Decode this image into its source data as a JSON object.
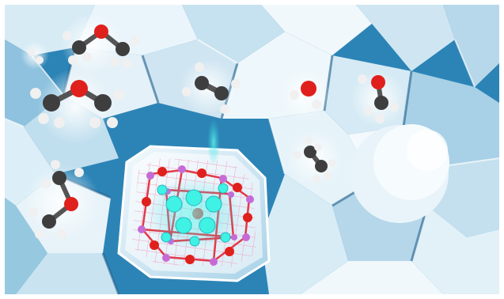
{
  "image": {
    "subject": "illustration",
    "palette": {
      "background": "#2f86b8",
      "crystal_light": "#eef6fb",
      "crystal_mid": "#bcdcec",
      "crystal_shadow": "#1f5f8c",
      "framework_grid": "#f7a3c4",
      "oxygen": "#e0201c",
      "carbon": "#3e3e3e",
      "hydrogen": "#f0f0f0",
      "metal_node": "#c66bd6",
      "highlight_cyan": "#39f0e3"
    },
    "molecules": [
      {
        "kind": "dimethyl-ether"
      },
      {
        "kind": "dimethyl-ether"
      },
      {
        "kind": "dimethyl-ether"
      },
      {
        "kind": "ethylene"
      },
      {
        "kind": "water"
      },
      {
        "kind": "methanol"
      },
      {
        "kind": "ethane"
      },
      {
        "kind": "hydrocarbon-intermediate"
      }
    ]
  }
}
